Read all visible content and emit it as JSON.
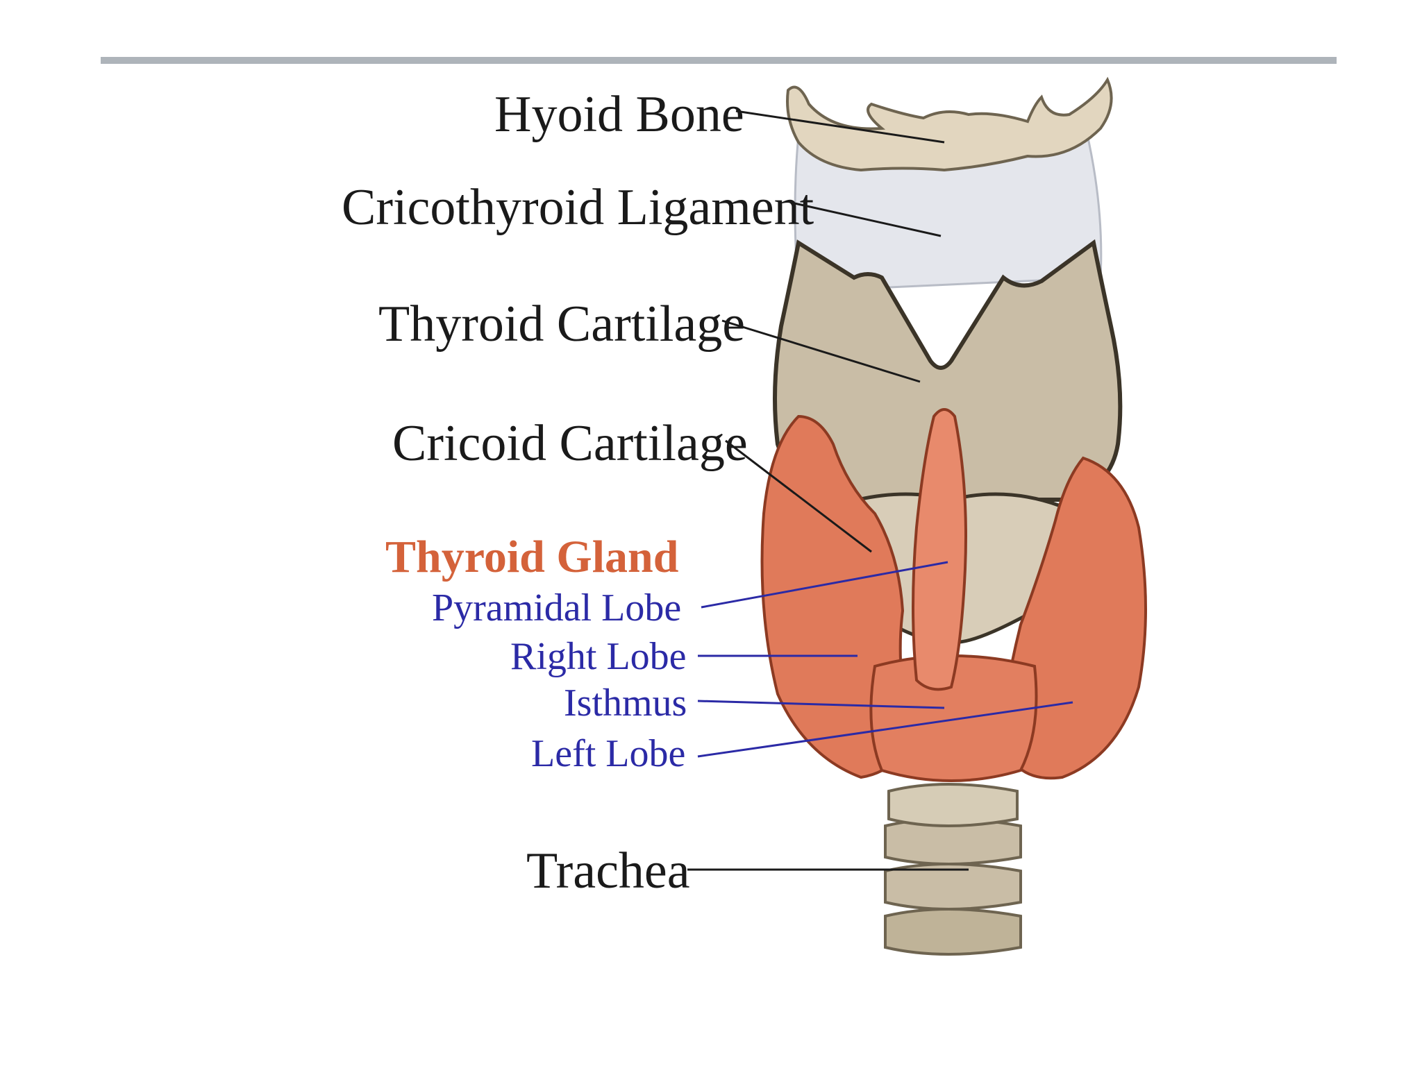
{
  "labels": {
    "hyoid_bone": "Hyoid Bone",
    "cricothyroid_ligament": "Cricothyroid Ligament",
    "thyroid_cartilage": "Thyroid Cartilage",
    "cricoid_cartilage": "Cricoid Cartilage",
    "thyroid_gland": "Thyroid Gland",
    "pyramidal_lobe": "Pyramidal Lobe",
    "right_lobe": "Right Lobe",
    "isthmus": "Isthmus",
    "left_lobe": "Left Lobe",
    "trachea": "Trachea"
  },
  "colors": {
    "structure_label": "#1a1a1a",
    "gland_heading": "#d4623a",
    "gland_part_label": "#2b2aa6",
    "gland_fill": "#e07a5a",
    "cartilage_fill": "#c9bda6",
    "ligament_fill": "#e4e6ec",
    "divider": "#aeb4ba"
  }
}
